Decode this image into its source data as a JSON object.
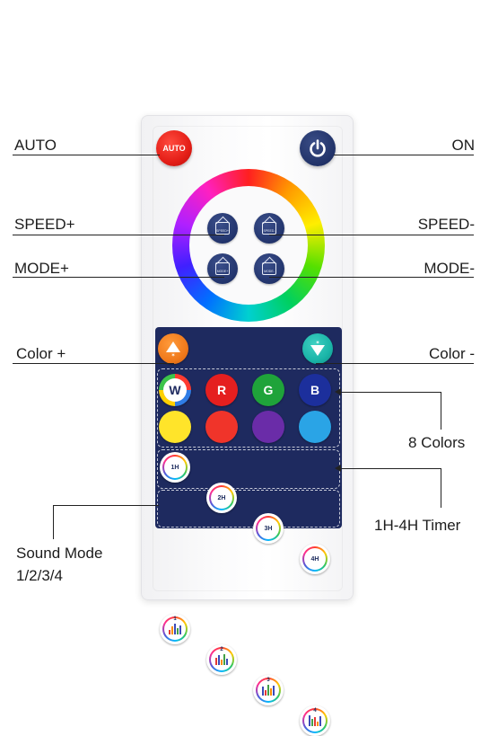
{
  "labels": {
    "auto": "AUTO",
    "on": "ON",
    "speed_plus": "SPEED+",
    "speed_minus": "SPEED-",
    "mode_plus": "MODE+",
    "mode_minus": "MODE-",
    "color_plus": "Color +",
    "color_minus": "Color -",
    "eight_colors": "8 Colors",
    "timer": "1H-4H Timer",
    "sound_mode_line1": "Sound Mode",
    "sound_mode_line2": "1/2/3/4"
  },
  "remote": {
    "auto_button_text": "AUTO",
    "speed_plus_icon_text": "SPEED+",
    "speed_minus_icon_text": "SPEED-",
    "mode_plus_icon_text": "MODE+",
    "mode_minus_icon_text": "MODE-",
    "color_row1": [
      {
        "letter": "W",
        "color": "#ffffff"
      },
      {
        "letter": "R",
        "color": "#e51f1f"
      },
      {
        "letter": "G",
        "color": "#1fa33a"
      },
      {
        "letter": "B",
        "color": "#1c2f9c"
      }
    ],
    "color_row2": [
      {
        "color": "#ffe42a"
      },
      {
        "color": "#f0342a"
      },
      {
        "color": "#6a2ca8"
      },
      {
        "color": "#2aa4e6"
      }
    ],
    "timer_buttons": [
      "1H",
      "2H",
      "3H",
      "4H"
    ],
    "sound_buttons": [
      "1",
      "2",
      "3",
      "4"
    ]
  },
  "colors": {
    "auto_red": "#e41e17",
    "power_navy": "#213268",
    "panel_navy": "#1e2a5f",
    "color_plus_orange": "#f07a1c",
    "color_minus_teal": "#1ab5a8"
  }
}
